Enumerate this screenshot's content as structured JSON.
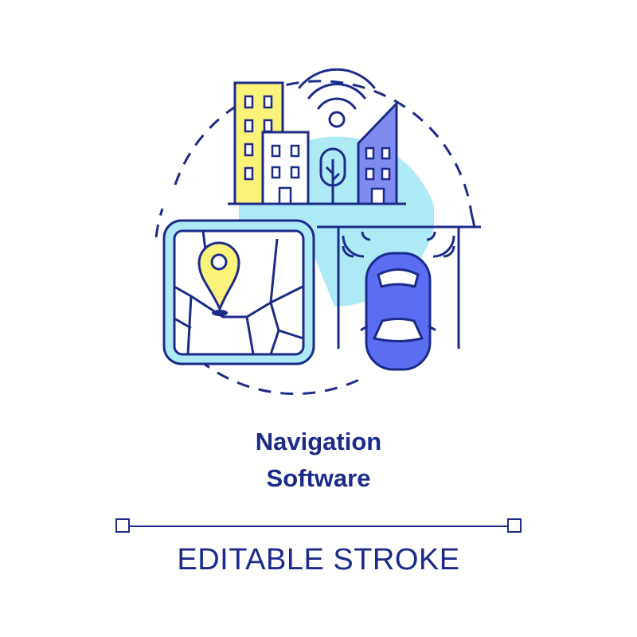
{
  "title": {
    "line1": "Navigation",
    "line2": "Software"
  },
  "footer": {
    "label": "EDITABLE STROKE"
  },
  "icon": {
    "name": "navigation-software-concept-icon",
    "elements": [
      "buildings",
      "wifi-signal-icon",
      "tree",
      "map-with-location-pin-icon",
      "car",
      "sensor-waves"
    ]
  },
  "colors": {
    "outline": "#1c2a8a",
    "light_blue": "#aeeaf5",
    "yellow": "#fbf27a",
    "building_blue": "#7f8bee",
    "car_blue": "#5b6df0",
    "map_blue": "#8fdff2",
    "white": "#ffffff"
  }
}
